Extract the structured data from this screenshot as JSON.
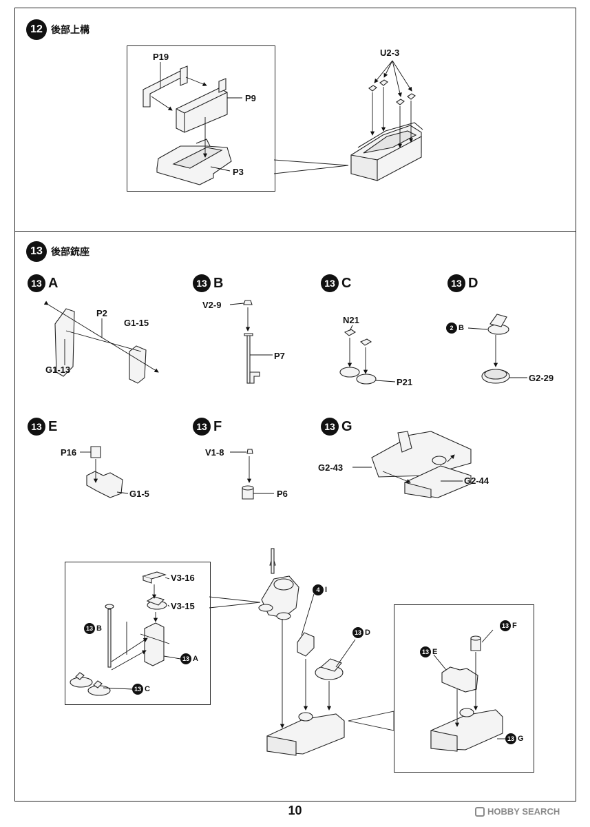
{
  "step12": {
    "number": "12",
    "title": "後部上構"
  },
  "step13": {
    "number": "13",
    "title": "後部銃座"
  },
  "labels12": {
    "p19": "P19",
    "p9": "P9",
    "p3": "P3",
    "u23": "U2-3"
  },
  "sub": {
    "a": {
      "num": "13",
      "letter": "A"
    },
    "b": {
      "num": "13",
      "letter": "B"
    },
    "c": {
      "num": "13",
      "letter": "C"
    },
    "d": {
      "num": "13",
      "letter": "D"
    },
    "e": {
      "num": "13",
      "letter": "E"
    },
    "f": {
      "num": "13",
      "letter": "F"
    },
    "g": {
      "num": "13",
      "letter": "G"
    }
  },
  "labelsA": {
    "p2": "P2",
    "g115": "G1-15",
    "g113": "G1-13"
  },
  "labelsB": {
    "v29": "V2-9",
    "p7": "P7"
  },
  "labelsC": {
    "n21": "N21",
    "p21": "P21"
  },
  "labelsD": {
    "ref_num": "2",
    "ref_letter": "B",
    "g229": "G2-29"
  },
  "labelsE": {
    "p16": "P16",
    "g15": "G1-5"
  },
  "labelsF": {
    "v18": "V1-8",
    "p6": "P6"
  },
  "labelsG": {
    "g243": "G2-43",
    "g244": "G2-44"
  },
  "labelsFinal": {
    "v316": "V3-16",
    "v315": "V3-15",
    "refB": {
      "num": "13",
      "letter": "B"
    },
    "refA": {
      "num": "13",
      "letter": "A"
    },
    "refC": {
      "num": "13",
      "letter": "C"
    },
    "refI": {
      "num": "4",
      "letter": "I"
    },
    "refD": {
      "num": "13",
      "letter": "D"
    },
    "refF": {
      "num": "13",
      "letter": "F"
    },
    "refE": {
      "num": "13",
      "letter": "E"
    },
    "refG": {
      "num": "13",
      "letter": "G"
    }
  },
  "footer": {
    "page": "10",
    "watermark": "HOBBY SEARCH"
  }
}
